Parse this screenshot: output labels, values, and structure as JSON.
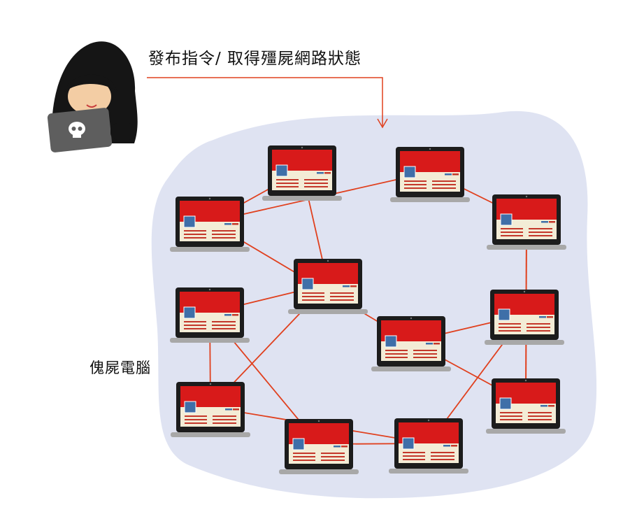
{
  "colors": {
    "blob": "#dfe3f2",
    "link": "#e0401e",
    "laptop_body": "#1c1c1c",
    "laptop_base": "#a8a8a8",
    "screen_header": "#d81a1a",
    "screen_content": "#f3ecd6",
    "screen_thumb": "#3f6fa8",
    "screen_text": "#c4372a",
    "hood": "#151515",
    "skin": "#f3cda4",
    "attacker_laptop": "#5e5e5e"
  },
  "diagram": {
    "command_label": "發布指令/ 取得殭屍網路狀態",
    "zombie_label": "傀屍電腦",
    "attacker": {
      "icon": "hooded-hacker-icon",
      "laptop_icon": "skull-icon"
    },
    "nodes": [
      {
        "id": "n1",
        "icon": "laptop-icon"
      },
      {
        "id": "n2",
        "icon": "laptop-icon"
      },
      {
        "id": "n3",
        "icon": "laptop-icon"
      },
      {
        "id": "n4",
        "icon": "laptop-icon"
      },
      {
        "id": "n5",
        "icon": "laptop-icon"
      },
      {
        "id": "n6",
        "icon": "laptop-icon"
      },
      {
        "id": "n7",
        "icon": "laptop-icon"
      },
      {
        "id": "n8",
        "icon": "laptop-icon"
      },
      {
        "id": "n9",
        "icon": "laptop-icon"
      },
      {
        "id": "n10",
        "icon": "laptop-icon"
      },
      {
        "id": "n11",
        "icon": "laptop-icon"
      },
      {
        "id": "n12",
        "icon": "laptop-icon"
      },
      {
        "id": "n13",
        "icon": "laptop-icon"
      }
    ],
    "edges": [
      [
        "n1",
        "n2"
      ],
      [
        "n1",
        "n3"
      ],
      [
        "n2",
        "n8"
      ],
      [
        "n8",
        "n9"
      ],
      [
        "n3",
        "n4"
      ],
      [
        "n3",
        "n5"
      ],
      [
        "n5",
        "n4"
      ],
      [
        "n4",
        "n6"
      ],
      [
        "n6",
        "n7"
      ],
      [
        "n5",
        "n7"
      ],
      [
        "n7",
        "n11"
      ],
      [
        "n11",
        "n10"
      ],
      [
        "n10",
        "n12"
      ],
      [
        "n12",
        "n13"
      ],
      [
        "n13",
        "n9"
      ],
      [
        "n9",
        "n12"
      ],
      [
        "n2",
        "n10"
      ]
    ]
  }
}
